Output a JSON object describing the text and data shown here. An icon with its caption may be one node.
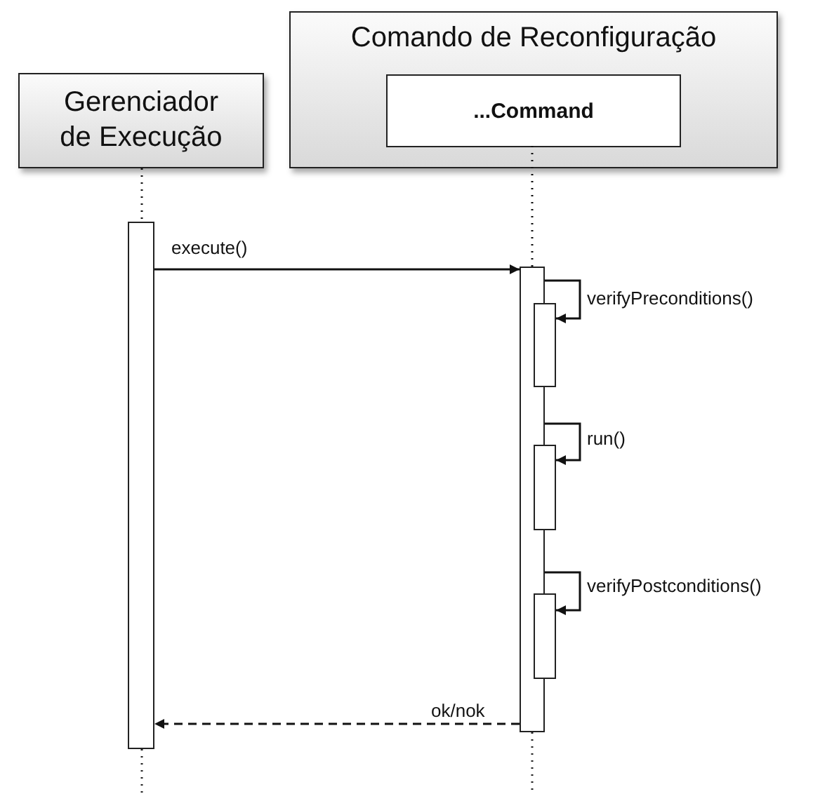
{
  "diagram": {
    "nodes": [
      {
        "text": [
          "Gerenciador de Execução"
        ]
      },
      {
        "text": [
          "Comando de Reconfiguração"
        ]
      },
      {
        "text": [
          "...Command"
        ],
        "in": 1
      },
      {
        "text": [],
        "shape": "bar"
      },
      {
        "text": [],
        "shape": "bar"
      },
      {
        "text": [],
        "shape": "bar"
      },
      {
        "text": [],
        "shape": "bar"
      },
      {
        "text": [],
        "shape": "bar"
      }
    ],
    "edges": [
      {
        "from": 3,
        "to": 4,
        "arrow": "to",
        "label": "execute()"
      },
      {
        "from": 4,
        "to": 5,
        "arrow": "to",
        "label": "verifyPreconditions()"
      },
      {
        "from": 4,
        "to": 6,
        "arrow": "to",
        "label": "run()"
      },
      {
        "from": 4,
        "to": 7,
        "arrow": "to",
        "label": "verifyPostconditions()"
      },
      {
        "from": 4,
        "to": 3,
        "arrow": "to",
        "label": "ok/nok",
        "style": "dashed"
      },
      {
        "from": 0,
        "to": 3,
        "arrow": "none",
        "style": "dashed"
      },
      {
        "from": 2,
        "to": 4,
        "arrow": "none",
        "style": "dashed"
      }
    ]
  }
}
